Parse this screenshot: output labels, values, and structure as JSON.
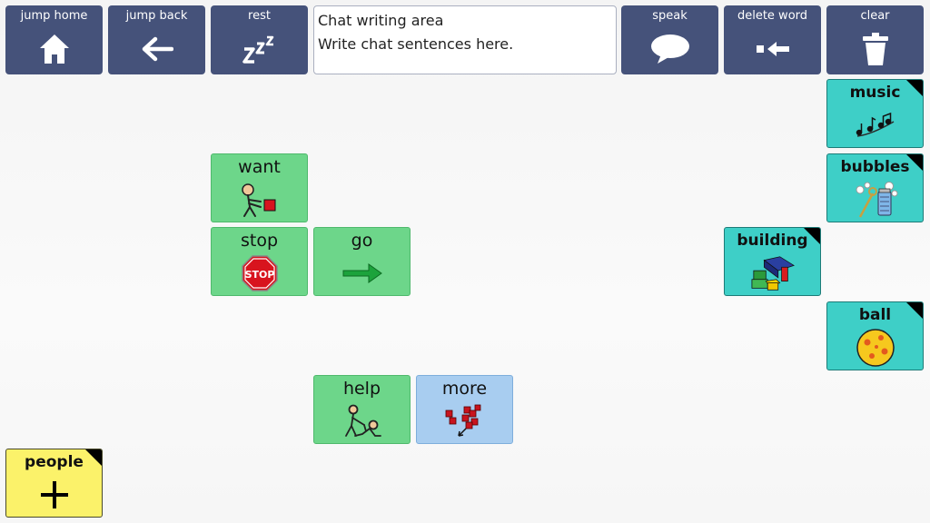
{
  "toolbar": {
    "jump_home": "jump home",
    "jump_back": "jump back",
    "rest": "rest",
    "speak": "speak",
    "delete_word": "delete word",
    "clear": "clear"
  },
  "chat": {
    "title": "Chat writing area",
    "placeholder": "Write chat sentences here."
  },
  "cells": {
    "want": "want",
    "stop": "stop",
    "go": "go",
    "help": "help",
    "more": "more",
    "music": "music",
    "bubbles": "bubbles",
    "building": "building",
    "ball": "ball",
    "people": "people"
  },
  "icons": {
    "jump_home": "home-icon",
    "jump_back": "arrow-left-icon",
    "rest": "zzz-icon",
    "speak": "speech-bubble-icon",
    "delete_word": "delete-arrow-icon",
    "clear": "trash-icon",
    "want": "want-person-icon",
    "stop": "stop-sign-icon",
    "go": "arrow-right-icon",
    "help": "help-people-icon",
    "more": "more-blocks-icon",
    "music": "music-notes-icon",
    "bubbles": "bubbles-icon",
    "building": "building-blocks-icon",
    "ball": "ball-icon",
    "people": "plus-icon"
  },
  "colors": {
    "toolbar": "#45527a",
    "core_green": "#6dd68a",
    "more_blue": "#a8cdf0",
    "folder_teal": "#3ecfc7",
    "people_yellow": "#fbf26a"
  }
}
